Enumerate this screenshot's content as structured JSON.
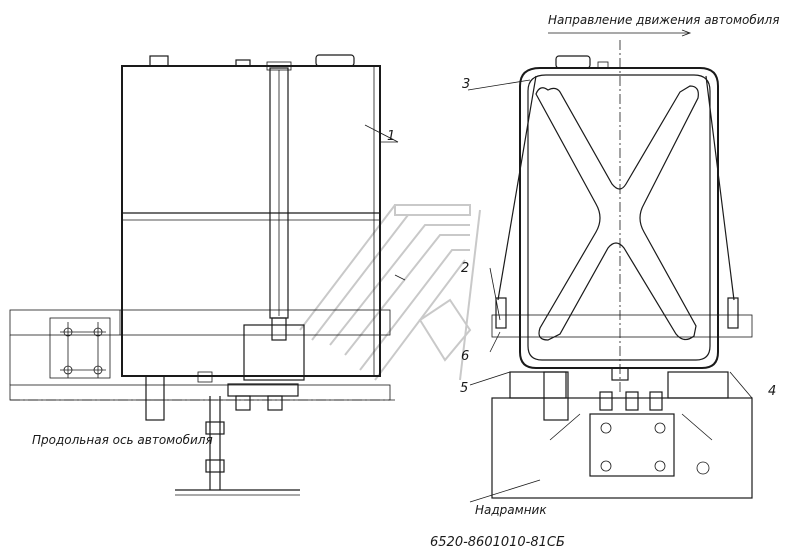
{
  "labels": {
    "direction": "Направление движения автомобиля",
    "longitudinal_axis": "Продольная ось автомобиля",
    "subframe": "Надрамник",
    "drawing_number": "6520-8601010-81СБ"
  },
  "callouts": [
    {
      "id": "1",
      "text": "1"
    },
    {
      "id": "2",
      "text": "2"
    },
    {
      "id": "3",
      "text": "3"
    },
    {
      "id": "4",
      "text": "4"
    },
    {
      "id": "5",
      "text": "5"
    },
    {
      "id": "6",
      "text": "6"
    }
  ],
  "colors": {
    "line": "#1a1a1a",
    "watermark": "#c9c9c9",
    "background": "#ffffff"
  }
}
